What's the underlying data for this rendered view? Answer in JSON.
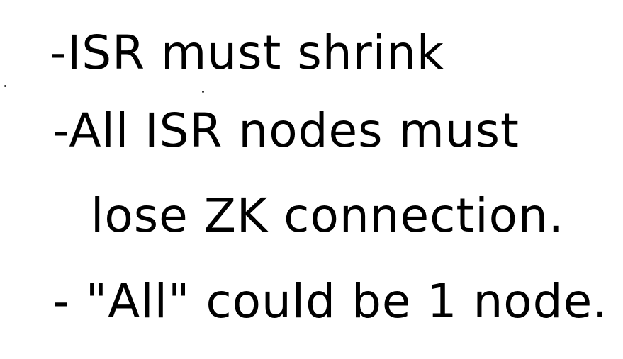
{
  "notes": {
    "lines": [
      "-ISR must shrink",
      "-All ISR nodes must",
      "lose ZK connection.",
      "- \"All\" could be 1 node."
    ]
  },
  "colors": {
    "background": "#ffffff",
    "ink": "#000000"
  }
}
